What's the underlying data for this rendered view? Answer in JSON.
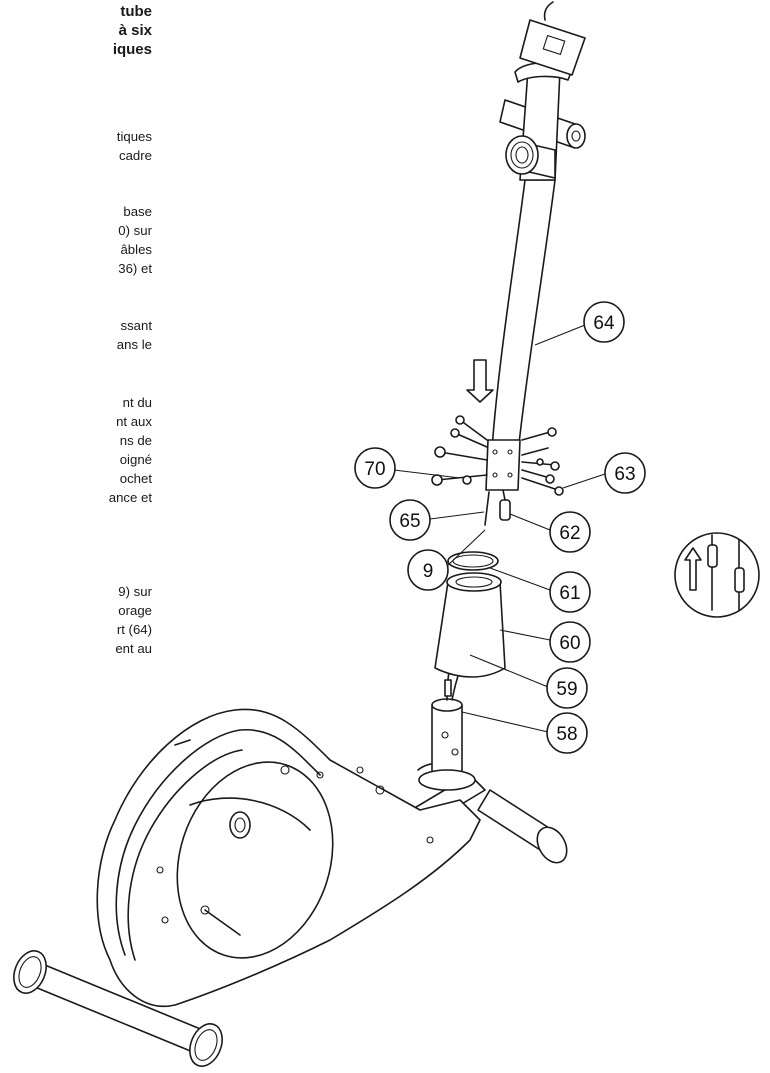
{
  "heading": [
    "tube",
    "à six",
    "iques"
  ],
  "paragraphs": [
    [
      "tiques",
      "cadre"
    ],
    [
      "base",
      "0) sur",
      "âbles",
      "36) et"
    ],
    [
      "ssant",
      "ans le"
    ],
    [
      "nt du",
      "nt aux",
      "ns de",
      "oigné",
      "ochet",
      "ance et"
    ],
    [
      "9) sur",
      "orage",
      "rt (64)",
      "ent au"
    ]
  ],
  "callouts": {
    "c64": "64",
    "c70": "70",
    "c63": "63",
    "c65": "65",
    "c62": "62",
    "c9": "9",
    "c61": "61",
    "c60": "60",
    "c59": "59",
    "c58": "58"
  }
}
